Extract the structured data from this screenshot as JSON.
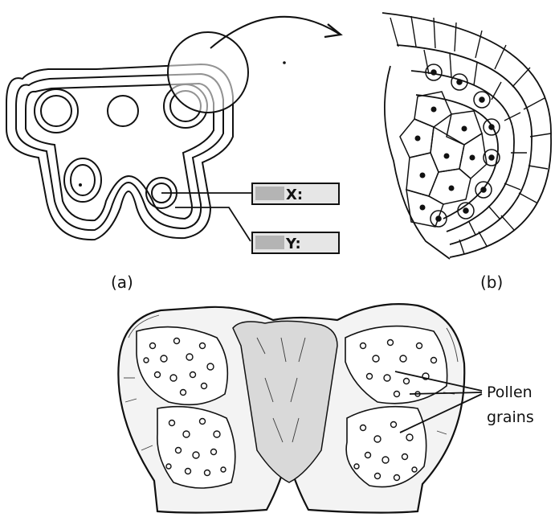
{
  "figure_a": {
    "caption": "(a)",
    "callouts": [
      {
        "id": "X",
        "text": "X:"
      },
      {
        "id": "Y",
        "text": "Y:"
      }
    ]
  },
  "figure_b": {
    "caption": "(b)"
  },
  "figure_c": {
    "annotation": [
      "Pollen",
      "grains"
    ]
  },
  "colors": {
    "ink": "#111111",
    "paper": "#ffffff",
    "label_box": "#e6e6e6"
  }
}
